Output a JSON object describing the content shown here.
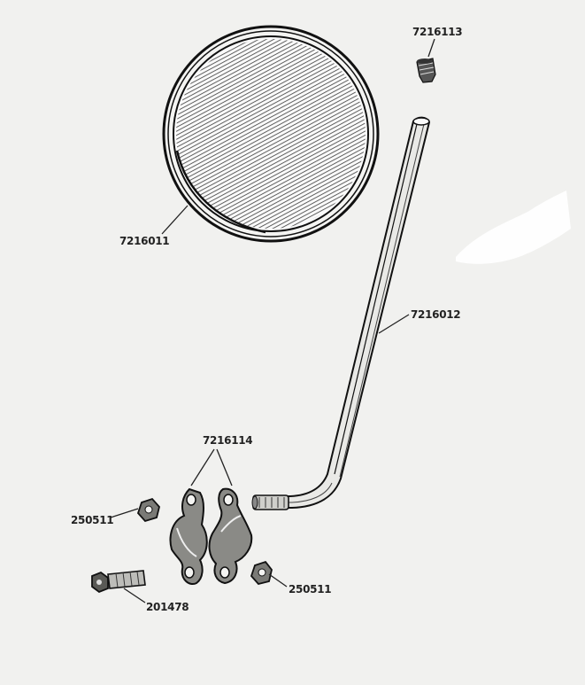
{
  "parts": {
    "mirror_head": {
      "part_no": "7216011"
    },
    "cap": {
      "part_no": "7216113"
    },
    "stem": {
      "part_no": "7216012"
    },
    "clamp": {
      "part_no": "7216114"
    },
    "nut_left": {
      "part_no": "250511"
    },
    "nut_right": {
      "part_no": "250511"
    },
    "bolt": {
      "part_no": "201478"
    }
  }
}
